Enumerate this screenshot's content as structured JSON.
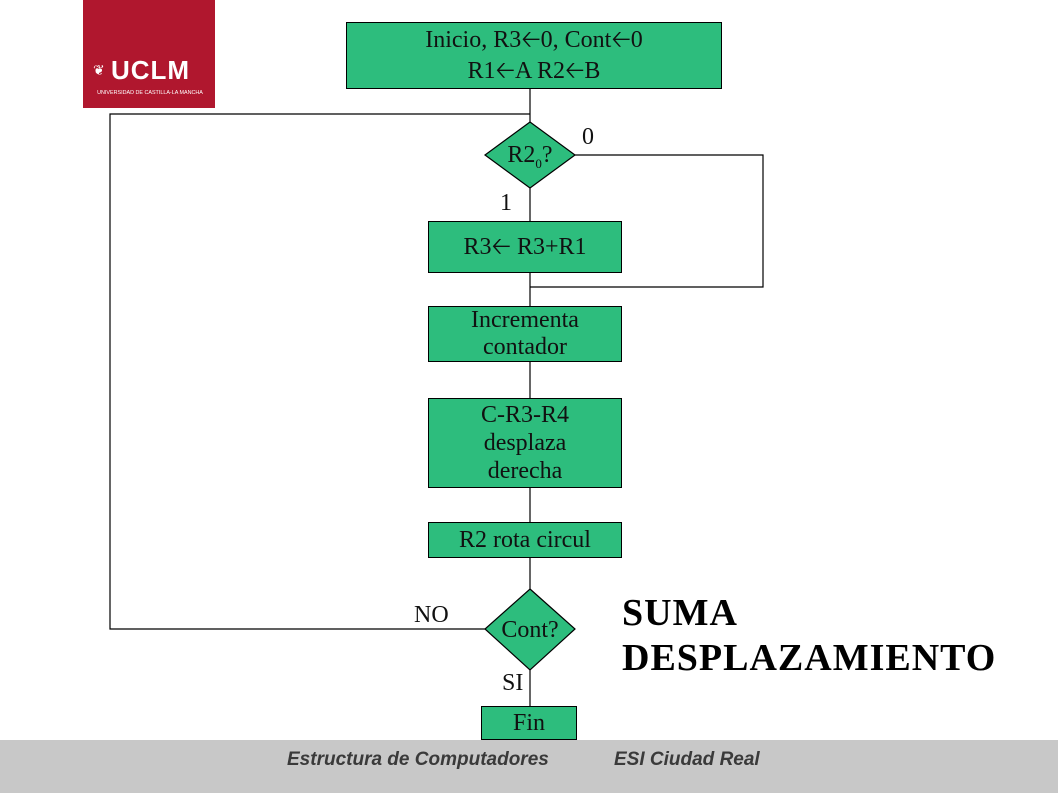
{
  "logo": {
    "mark": "❦",
    "name": "UCLM",
    "subtitle": "UNIVERSIDAD DE CASTILLA-LA MANCHA"
  },
  "flowchart": {
    "start_line1": "Inicio, R3🡠0, Cont🡠0",
    "start_line2": "R1🡠A R2🡠B",
    "decision_r2": "R2",
    "decision_r2_sub": "0",
    "decision_r2_tail": "?",
    "label_zero": "0",
    "label_one": "1",
    "add_step": "R3🡠 R3+R1",
    "increment_line1": "Incrementa",
    "increment_line2": "contador",
    "shift_line1": "C-R3-R4",
    "shift_line2": "desplaza",
    "shift_line3": "derecha",
    "rotate_step": "R2 rota circul",
    "decision_cont": "Cont?",
    "label_no": "NO",
    "label_si": "SI",
    "end_step": "Fin"
  },
  "title": {
    "line1": "SUMA",
    "line2": "DESPLAZAMIENTO"
  },
  "footer": {
    "left": "Estructura de Computadores",
    "right": "ESI Ciudad Real"
  },
  "colors": {
    "box_fill": "#2dbd7d",
    "logo_bg": "#b0172e",
    "footer_bg": "#c8c8c8"
  }
}
